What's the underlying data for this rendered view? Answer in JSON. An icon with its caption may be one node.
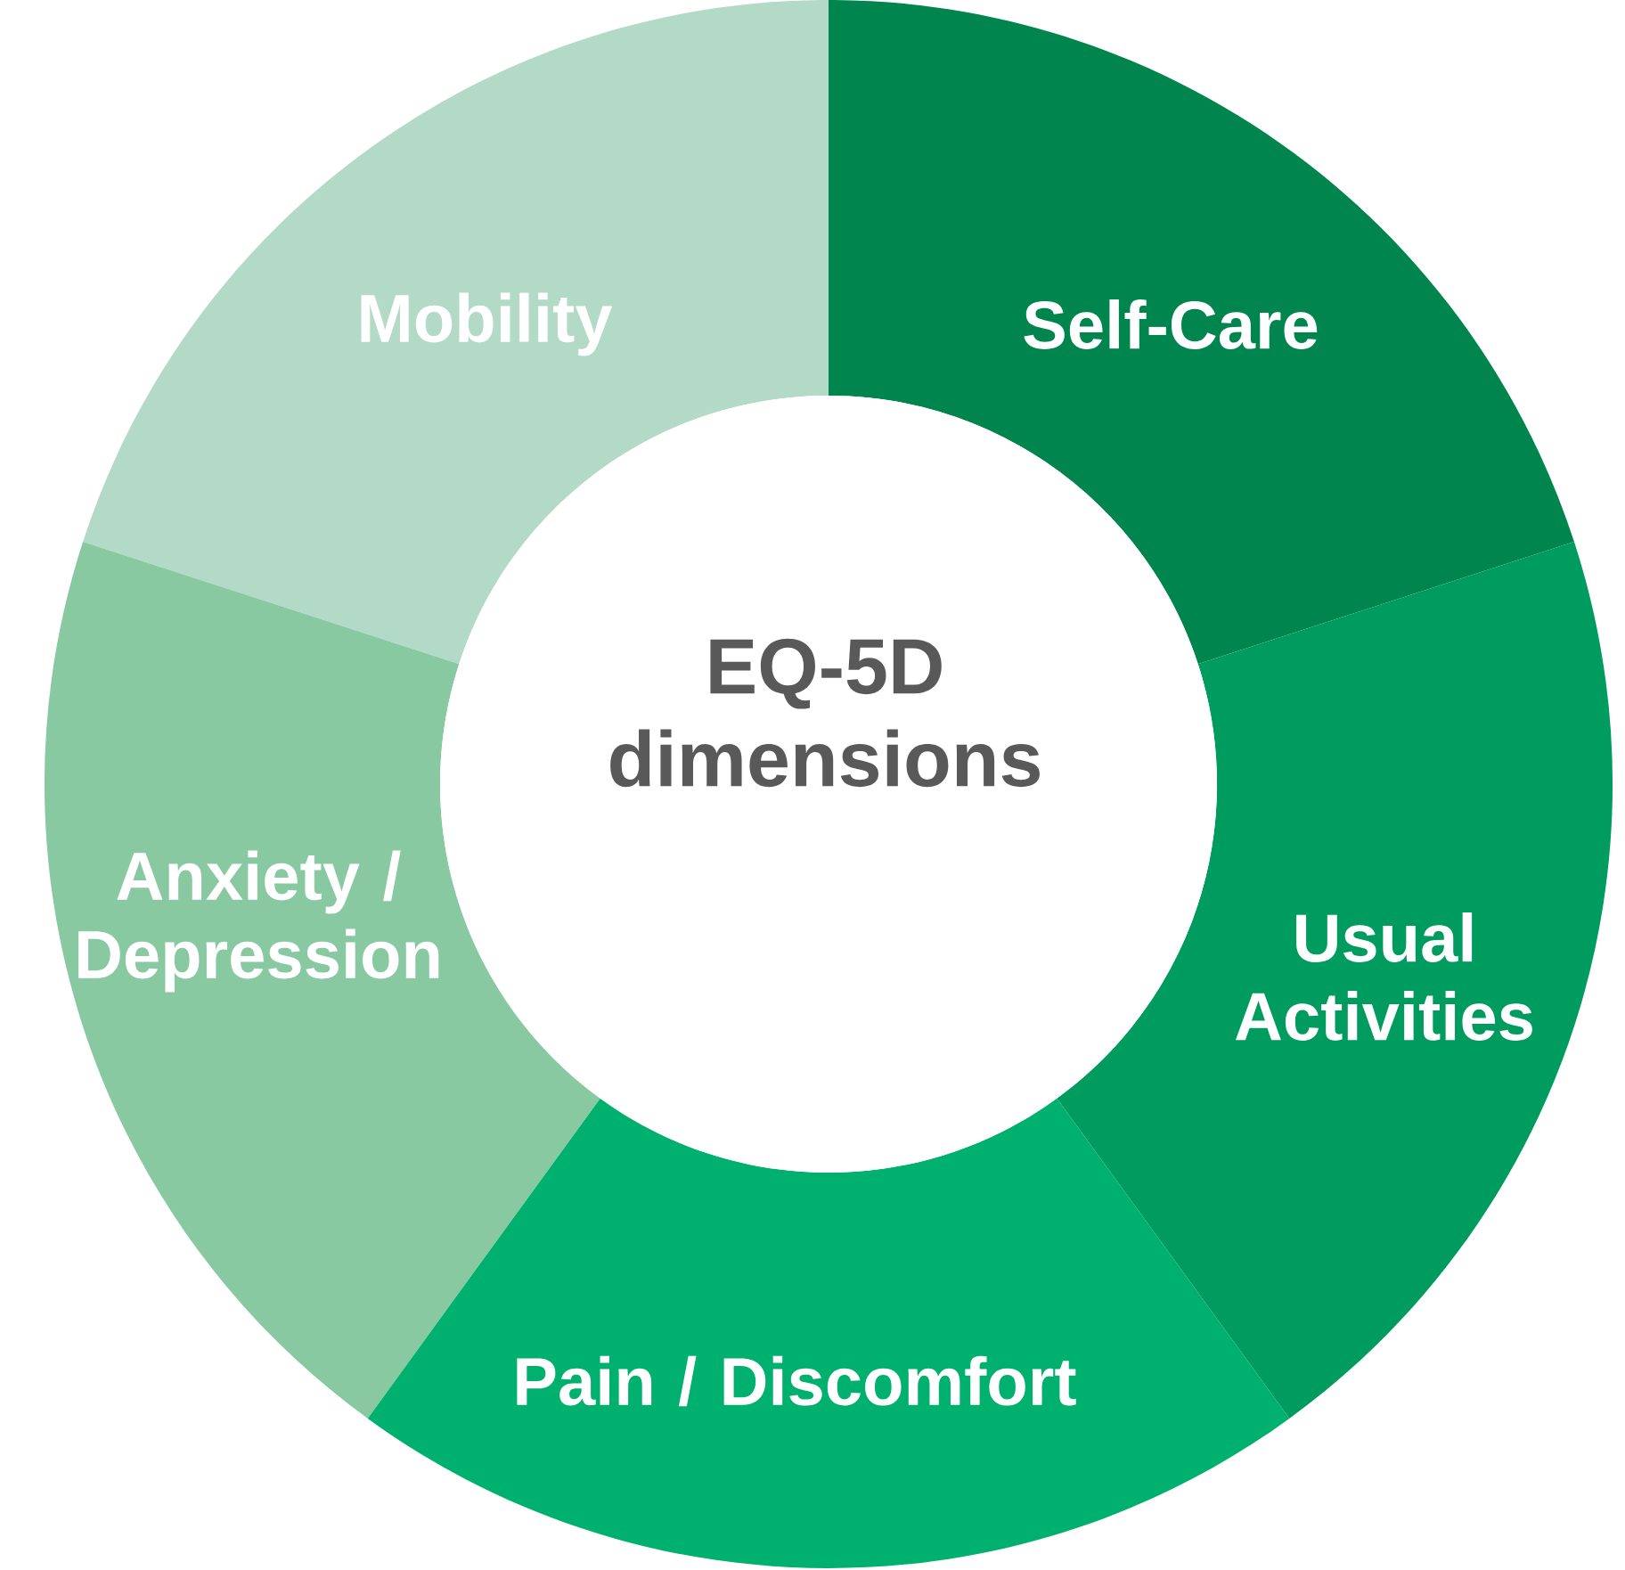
{
  "diagram": {
    "nodes": [
      {
        "text": [
          "Mobility"
        ]
      },
      {
        "text": [
          "Self-Care"
        ]
      },
      {
        "text": [
          "EQ-5D dimensions"
        ]
      },
      {
        "text": [
          "Anxiety / Depression"
        ]
      },
      {
        "text": [
          "Usual Activities"
        ]
      },
      {
        "text": [
          "Pain / Discomfort"
        ]
      }
    ]
  }
}
